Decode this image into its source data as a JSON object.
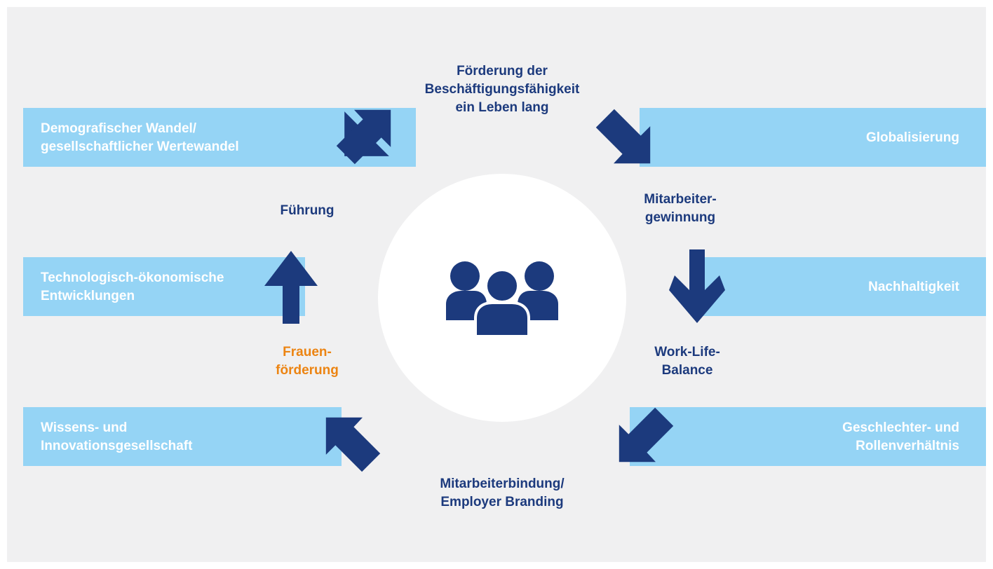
{
  "colors": {
    "background": "#f0f0f1",
    "band": "#95d4f5",
    "primary": "#1c3a7d",
    "accent": "#ec8412",
    "circle": "#ffffff"
  },
  "left_bands": [
    {
      "line1": "Demografischer Wandel/",
      "line2": "gesellschaftlicher Wertewandel"
    },
    {
      "line1": "Technologisch-ökonomische",
      "line2": "Entwicklungen"
    },
    {
      "line1": "Wissens- und",
      "line2": "Innovationsgesellschaft"
    }
  ],
  "right_bands": [
    {
      "line1": "Globalisierung"
    },
    {
      "line1": "Nachhaltigkeit"
    },
    {
      "line1": "Geschlechter- und",
      "line2": "Rollenverhältnis"
    }
  ],
  "cycle_labels": {
    "top": {
      "line1": "Förderung der",
      "line2": "Beschäftigungsfähigkeit",
      "line3": "ein Leben lang"
    },
    "right_upper": {
      "line1": "Mitarbeiter-",
      "line2": "gewinnung"
    },
    "right_lower": {
      "line1": "Work-Life-",
      "line2": "Balance"
    },
    "bottom": {
      "line1": "Mitarbeiterbindung/",
      "line2": "Employer Branding"
    },
    "left_lower": {
      "line1": "Frauen-",
      "line2": "förderung"
    },
    "left_upper": {
      "line1": "Führung"
    }
  },
  "icons": {
    "center": "people-group-icon",
    "arrows": [
      "arrow-up-right-icon",
      "arrow-down-right-icon",
      "arrow-down-icon",
      "arrow-down-left-icon",
      "arrow-up-left-icon",
      "arrow-up-icon"
    ]
  }
}
